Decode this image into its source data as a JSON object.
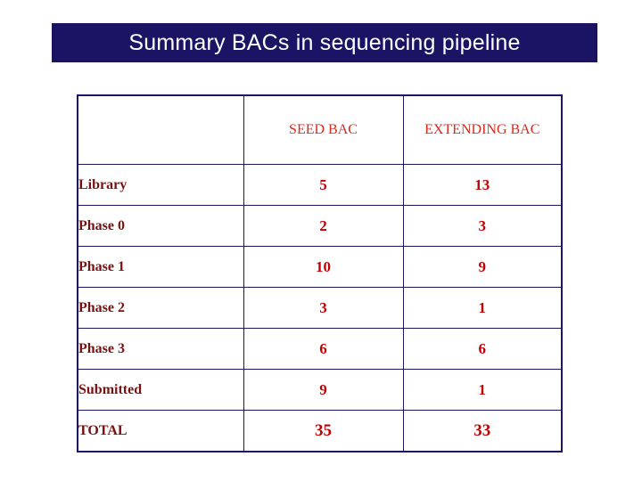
{
  "slide": {
    "title": "Summary BACs in sequencing pipeline",
    "title_bg": "#1b1464",
    "title_color": "#ffffff"
  },
  "table": {
    "headers": [
      "",
      "SEED BAC",
      "EXTENDING BAC"
    ],
    "header_color": "#d92b1e",
    "border_color": "#1b1464",
    "label_color": "#7b1010",
    "value_color": "#c00000",
    "rows": [
      {
        "label": "Library",
        "seed": "5",
        "extending": "13"
      },
      {
        "label": "Phase 0",
        "seed": "2",
        "extending": "3"
      },
      {
        "label": "Phase 1",
        "seed": "10",
        "extending": "9"
      },
      {
        "label": "Phase 2",
        "seed": "3",
        "extending": "1"
      },
      {
        "label": "Phase 3",
        "seed": "6",
        "extending": "6"
      },
      {
        "label": "Submitted",
        "seed": "9",
        "extending": "1"
      },
      {
        "label": "TOTAL",
        "seed": "35",
        "extending": "33"
      }
    ]
  }
}
